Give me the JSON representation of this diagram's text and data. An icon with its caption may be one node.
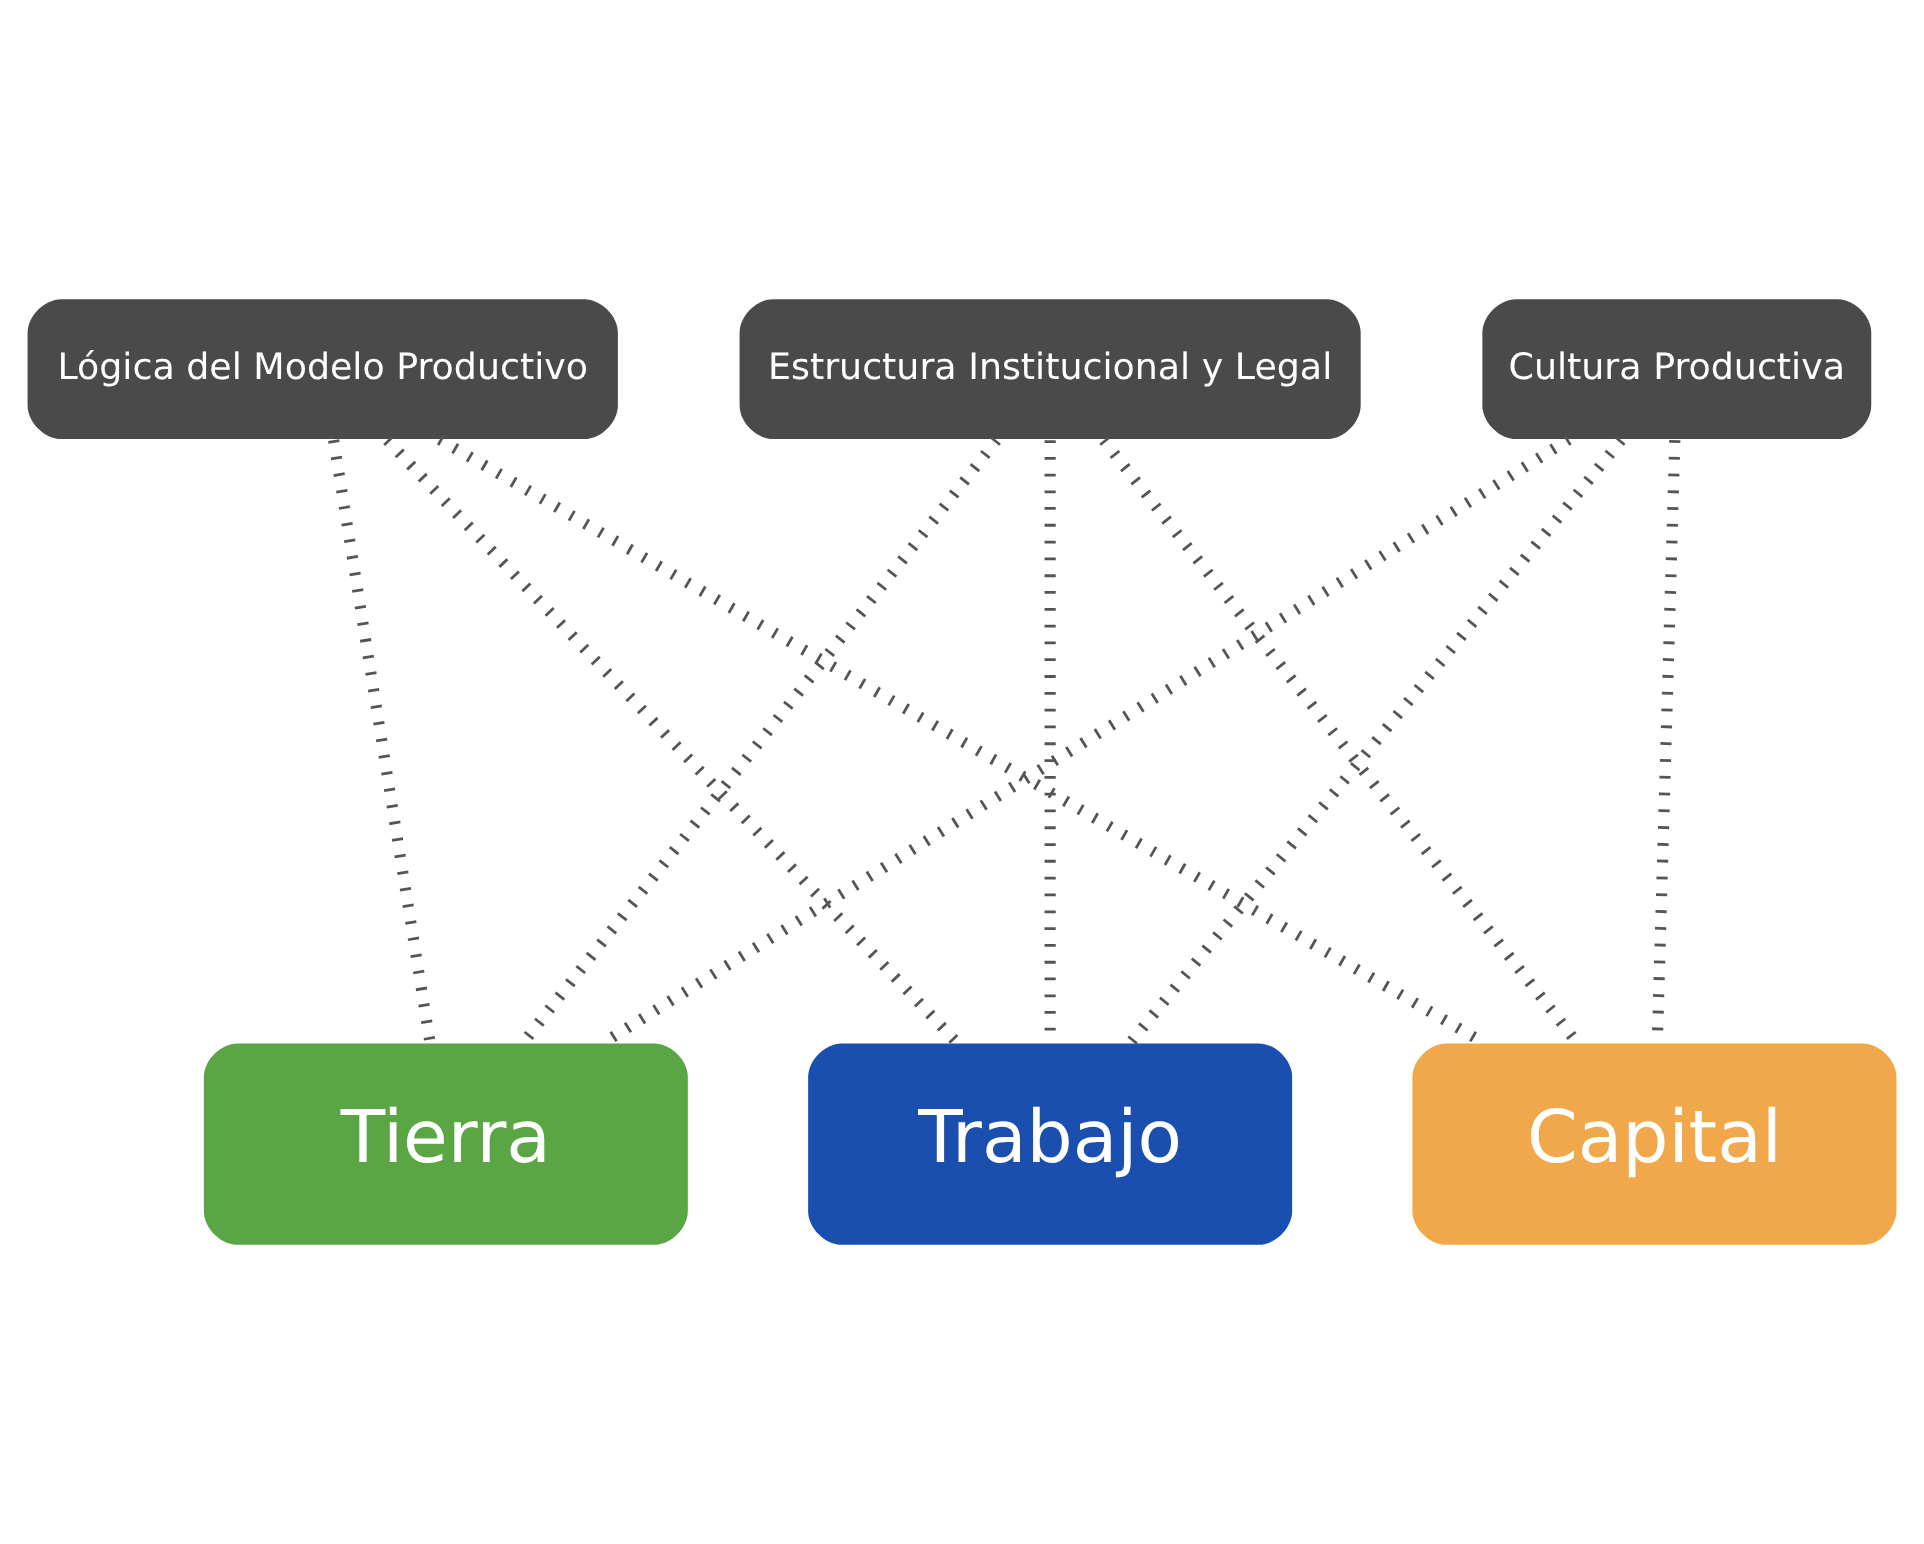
{
  "diagram": {
    "nodes": [
      {
        "text": [
          "Lógica del Modelo Productivo"
        ]
      },
      {
        "text": [
          "Estructura Institucional y Legal"
        ]
      },
      {
        "text": [
          "Cultura Productiva"
        ]
      },
      {
        "text": [
          "Tierra"
        ]
      },
      {
        "text": [
          "Trabajo"
        ]
      },
      {
        "text": [
          "Capital"
        ]
      }
    ],
    "edges": [
      {
        "from": 0,
        "to": 3,
        "arrow": "none"
      },
      {
        "from": 0,
        "to": 4,
        "arrow": "none"
      },
      {
        "from": 0,
        "to": 5,
        "arrow": "none"
      },
      {
        "from": 1,
        "to": 3,
        "arrow": "none"
      },
      {
        "from": 1,
        "to": 4,
        "arrow": "none"
      },
      {
        "from": 1,
        "to": 5,
        "arrow": "none"
      },
      {
        "from": 2,
        "to": 3,
        "arrow": "none"
      },
      {
        "from": 2,
        "to": 4,
        "arrow": "none"
      },
      {
        "from": 2,
        "to": 5,
        "arrow": "none"
      }
    ]
  }
}
